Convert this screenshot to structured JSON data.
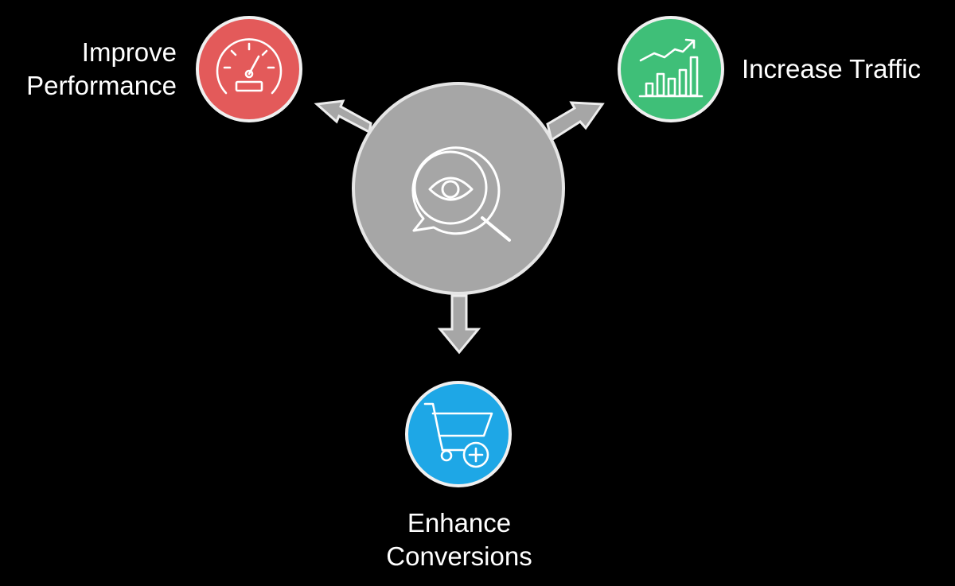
{
  "diagram": {
    "center": {
      "icon": "eye-magnifier-icon",
      "fill": "#a6a6a6"
    },
    "nodes": [
      {
        "id": "performance",
        "label_lines": [
          "Improve",
          "Performance"
        ],
        "icon": "speedometer-icon",
        "fill": "#e35a5a"
      },
      {
        "id": "traffic",
        "label_lines": [
          "Increase Traffic"
        ],
        "icon": "rising-bar-chart-icon",
        "fill": "#3fbf78"
      },
      {
        "id": "conversions",
        "label_lines": [
          "Enhance",
          "Conversions"
        ],
        "icon": "cart-plus-icon",
        "fill": "#1ea7e6"
      }
    ],
    "colors": {
      "background": "#000000",
      "ring": "#e6e6e6",
      "arrow_fill": "#a6a6a6",
      "arrow_stroke": "#ededed",
      "icon_stroke": "#ffffff"
    }
  }
}
